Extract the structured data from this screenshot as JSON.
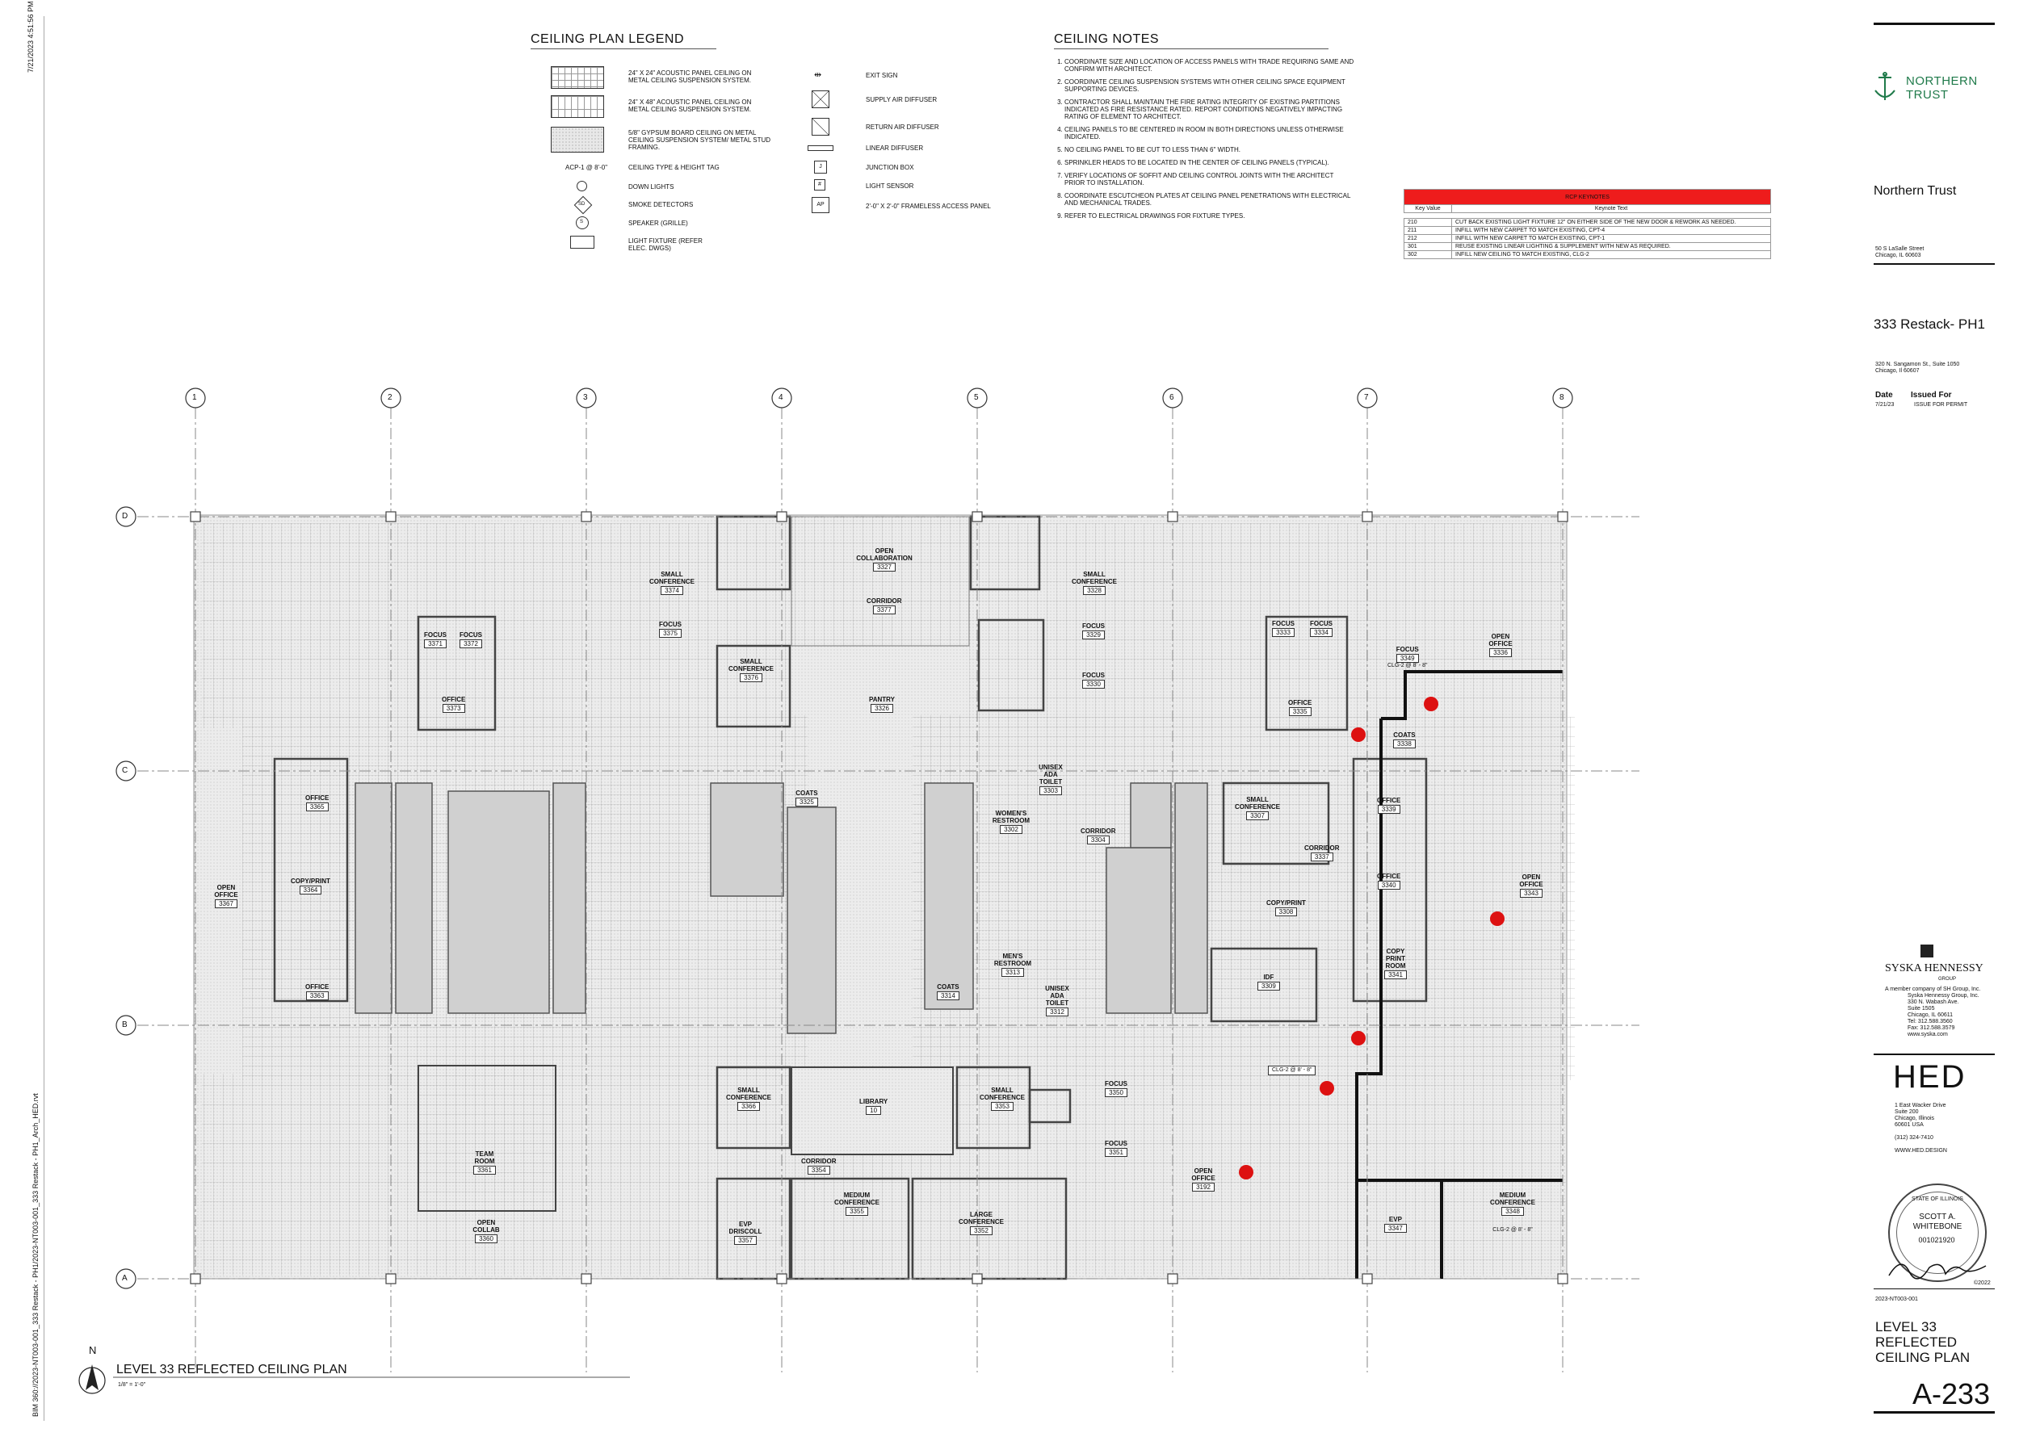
{
  "side_stamp_top": "7/21/2023 4:51:56 PM",
  "side_stamp_bottom": "BIM 360://2023-NT003-001_333 Restack - PH1/2023-NT003-001_333 Restack - PH1_Arch_HED.rvt",
  "legend": {
    "title": "CEILING PLAN LEGEND",
    "left": [
      "24\" X 24\" ACOUSTIC PANEL CEILING ON METAL CEILING SUSPENSION SYSTEM.",
      "24\" X 48\" ACOUSTIC PANEL CEILING ON METAL CEILING SUSPENSION SYSTEM.",
      "5/8\" GYPSUM BOARD CEILING ON METAL CEILING SUSPENSION SYSTEM/ METAL STUD FRAMING.",
      "CEILING TYPE & HEIGHT TAG",
      "DOWN LIGHTS",
      "SMOKE DETECTORS",
      "SPEAKER (GRILLE)",
      "LIGHT FIXTURE (REFER ELEC. DWGS)"
    ],
    "tag_sample": "ACP-1 @ 8'-0\"",
    "sd_label": "SD",
    "s_label": "S",
    "right": [
      "EXIT SIGN",
      "SUPPLY AIR DIFFUSER",
      "RETURN AIR DIFFUSER",
      "LINEAR DIFFUSER",
      "JUNCTION BOX",
      "LIGHT SENSOR",
      "2'-0\" X 2'-0\" FRAMELESS ACCESS PANEL"
    ],
    "jb_label": "J",
    "ap_label": "AP"
  },
  "notes": {
    "title": "CEILING NOTES",
    "items": [
      "COORDINATE SIZE AND LOCATION OF ACCESS PANELS WITH TRADE REQUIRING SAME AND CONFIRM WITH ARCHITECT.",
      "COORDINATE CEILING SUSPENSION SYSTEMS WITH OTHER CEILING SPACE EQUIPMENT SUPPORTING DEVICES.",
      "CONTRACTOR SHALL MAINTAIN THE FIRE RATING INTEGRITY OF EXISTING PARTITIONS INDICATED AS FIRE RESISTANCE RATED. REPORT CONDITIONS NEGATIVELY IMPACTING RATING OF ELEMENT TO ARCHITECT.",
      "CEILING PANELS TO BE CENTERED IN ROOM IN BOTH DIRECTIONS UNLESS OTHERWISE INDICATED.",
      "NO CEILING PANEL TO BE CUT TO LESS THAN 6\" WIDTH.",
      "SPRINKLER HEADS TO BE LOCATED IN THE CENTER OF CEILING PANELS (TYPICAL).",
      "VERIFY LOCATIONS OF SOFFIT AND CEILING CONTROL JOINTS WITH THE ARCHITECT PRIOR TO INSTALLATION.",
      "COORDINATE ESCUTCHEON PLATES AT CEILING PANEL PENETRATIONS WITH ELECTRICAL AND MECHANICAL TRADES.",
      "REFER TO ELECTRICAL DRAWINGS FOR FIXTURE TYPES."
    ]
  },
  "keynotes": {
    "title": "RCP KEYNOTES",
    "col1": "Key Value",
    "col2": "Keynote Text",
    "rows": [
      [
        "210",
        "CUT BACK EXISTING LIGHT FIXTURE 12\" ON EITHER SIDE OF THE NEW DOOR & REWORK AS NEEDED."
      ],
      [
        "211",
        "INFILL WITH NEW CARPET TO MATCH EXISTING, CPT-4"
      ],
      [
        "212",
        "INFILL WITH NEW CARPET TO MATCH EXISTING, CPT-1"
      ],
      [
        "301",
        "REUSE EXISTING LINEAR LIGHTING & SUPPLEMENT WITH NEW AS REQUIRED."
      ],
      [
        "302",
        "INFILL NEW CEILING TO MATCH EXISTING, CLG-2"
      ]
    ],
    "header_color": "#ee1c1c"
  },
  "titleblock": {
    "logo_line1": "NORTHERN",
    "logo_line2": "TRUST",
    "logo_color": "#1f7a4a",
    "client": "Northern Trust",
    "client_addr1": "50 S LaSalle Street",
    "client_addr2": "Chicago, IL 60603",
    "project": "333 Restack- PH1",
    "project_addr1": "320 N. Sangamon St., Suite 1050",
    "project_addr2": "Chicago, Il 60607",
    "date_h": "Date",
    "issued_h": "Issued For",
    "date": "7/21/23",
    "issued": "ISSUE FOR PERMIT",
    "syska": "SYSKA HENNESSY",
    "syska_group": "GROUP",
    "syska_lines": [
      "A member company of SH Group, Inc.",
      "Syska Hennessy Group, Inc.",
      "330 N. Wabash Ave.",
      "Suite 1505",
      "Chicago, IL 60611",
      "Tel: 312.588.3560",
      "Fax: 312.588.3579",
      "www.syska.com"
    ],
    "hed": "HED",
    "hed_lines": [
      "1 East Wacker Drive",
      "Suite 200",
      "Chicago, Illinois",
      "60601 USA",
      "",
      "(312) 324-7410",
      "",
      "WWW.HED.DESIGN"
    ],
    "seal_top": "STATE OF ILLINOIS",
    "seal_name1": "SCOTT A.",
    "seal_name2": "WHITEBONE",
    "seal_num": "001021920",
    "copyright": "©2022",
    "project_no": "2023-NT003-001",
    "sheet_title1": "LEVEL 33",
    "sheet_title2": "REFLECTED",
    "sheet_title3": "CEILING PLAN",
    "sheet_no": "A-233"
  },
  "plan": {
    "title": "LEVEL 33 REFLECTED CEILING PLAN",
    "scale": "1/8\" = 1'-0\"",
    "north": "N",
    "col_grid": [
      "1",
      "2",
      "3",
      "4",
      "5",
      "6",
      "7",
      "8"
    ],
    "row_grid": [
      "D",
      "C",
      "B",
      "A"
    ],
    "clg_tags": [
      "CLG-2 @ 8' - 8\"",
      "CLG-2 @ 8' - 8\"",
      "CLG-2 @ 8' - 8\""
    ],
    "rooms": [
      {
        "name": "SMALL CONFERENCE",
        "num": "3374"
      },
      {
        "name": "OPEN COLLABORATION",
        "num": "3327"
      },
      {
        "name": "CORRIDOR",
        "num": "3377"
      },
      {
        "name": "SMALL CONFERENCE",
        "num": "3328"
      },
      {
        "name": "FOCUS",
        "num": "3375"
      },
      {
        "name": "FOCUS",
        "num": "3329"
      },
      {
        "name": "FOCUS",
        "num": "3371"
      },
      {
        "name": "FOCUS",
        "num": "3372"
      },
      {
        "name": "SMALL CONFERENCE",
        "num": "3376"
      },
      {
        "name": "FOCUS",
        "num": "3330"
      },
      {
        "name": "FOCUS",
        "num": "3333"
      },
      {
        "name": "FOCUS",
        "num": "3334"
      },
      {
        "name": "FOCUS",
        "num": "3349"
      },
      {
        "name": "OPEN OFFICE",
        "num": "3336"
      },
      {
        "name": "OFFICE",
        "num": "3373"
      },
      {
        "name": "PANTRY",
        "num": "3326"
      },
      {
        "name": "OFFICE",
        "num": "3335"
      },
      {
        "name": "COATS",
        "num": "3338"
      },
      {
        "name": "OFFICE",
        "num": "3365"
      },
      {
        "name": "COATS",
        "num": "3325"
      },
      {
        "name": "UNISEX ADA TOILET",
        "num": "3303"
      },
      {
        "name": "WOMEN'S RESTROOM",
        "num": "3302"
      },
      {
        "name": "CORRIDOR",
        "num": "3304"
      },
      {
        "name": "SMALL CONFERENCE",
        "num": "3307"
      },
      {
        "name": "OFFICE",
        "num": "3339"
      },
      {
        "name": "CORRIDOR",
        "num": "3337"
      },
      {
        "name": "OPEN OFFICE",
        "num": "3367"
      },
      {
        "name": "COPY/PRINT",
        "num": "3364"
      },
      {
        "name": "COPY/PRINT",
        "num": "3308"
      },
      {
        "name": "OFFICE",
        "num": "3340"
      },
      {
        "name": "OPEN OFFICE",
        "num": "3343"
      },
      {
        "name": "COPY PRINT ROOM",
        "num": "3341"
      },
      {
        "name": "MEN'S RESTROOM",
        "num": "3313"
      },
      {
        "name": "OFFICE",
        "num": "3363"
      },
      {
        "name": "COATS",
        "num": "3314"
      },
      {
        "name": "UNISEX ADA TOILET",
        "num": "3312"
      },
      {
        "name": "IDF",
        "num": "3309"
      },
      {
        "name": "SMALL CONFERENCE",
        "num": "3366"
      },
      {
        "name": "LIBRARY",
        "num": "10"
      },
      {
        "name": "SMALL CONFERENCE",
        "num": "3353"
      },
      {
        "name": "FOCUS",
        "num": "3350"
      },
      {
        "name": "FOCUS",
        "num": "3351"
      },
      {
        "name": "TEAM ROOM",
        "num": "3361"
      },
      {
        "name": "CORRIDOR",
        "num": "3354"
      },
      {
        "name": "OPEN OFFICE",
        "num": "3192"
      },
      {
        "name": "MEDIUM CONFERENCE",
        "num": "3355"
      },
      {
        "name": "LARGE CONFERENCE",
        "num": "3352"
      },
      {
        "name": "MEDIUM CONFERENCE",
        "num": "3348"
      },
      {
        "name": "EVP DRISCOLL",
        "num": "3357"
      },
      {
        "name": "OPEN COLLAB",
        "num": "3360"
      },
      {
        "name": "EVP",
        "num": "3347"
      }
    ],
    "accent": "#dd1111"
  }
}
